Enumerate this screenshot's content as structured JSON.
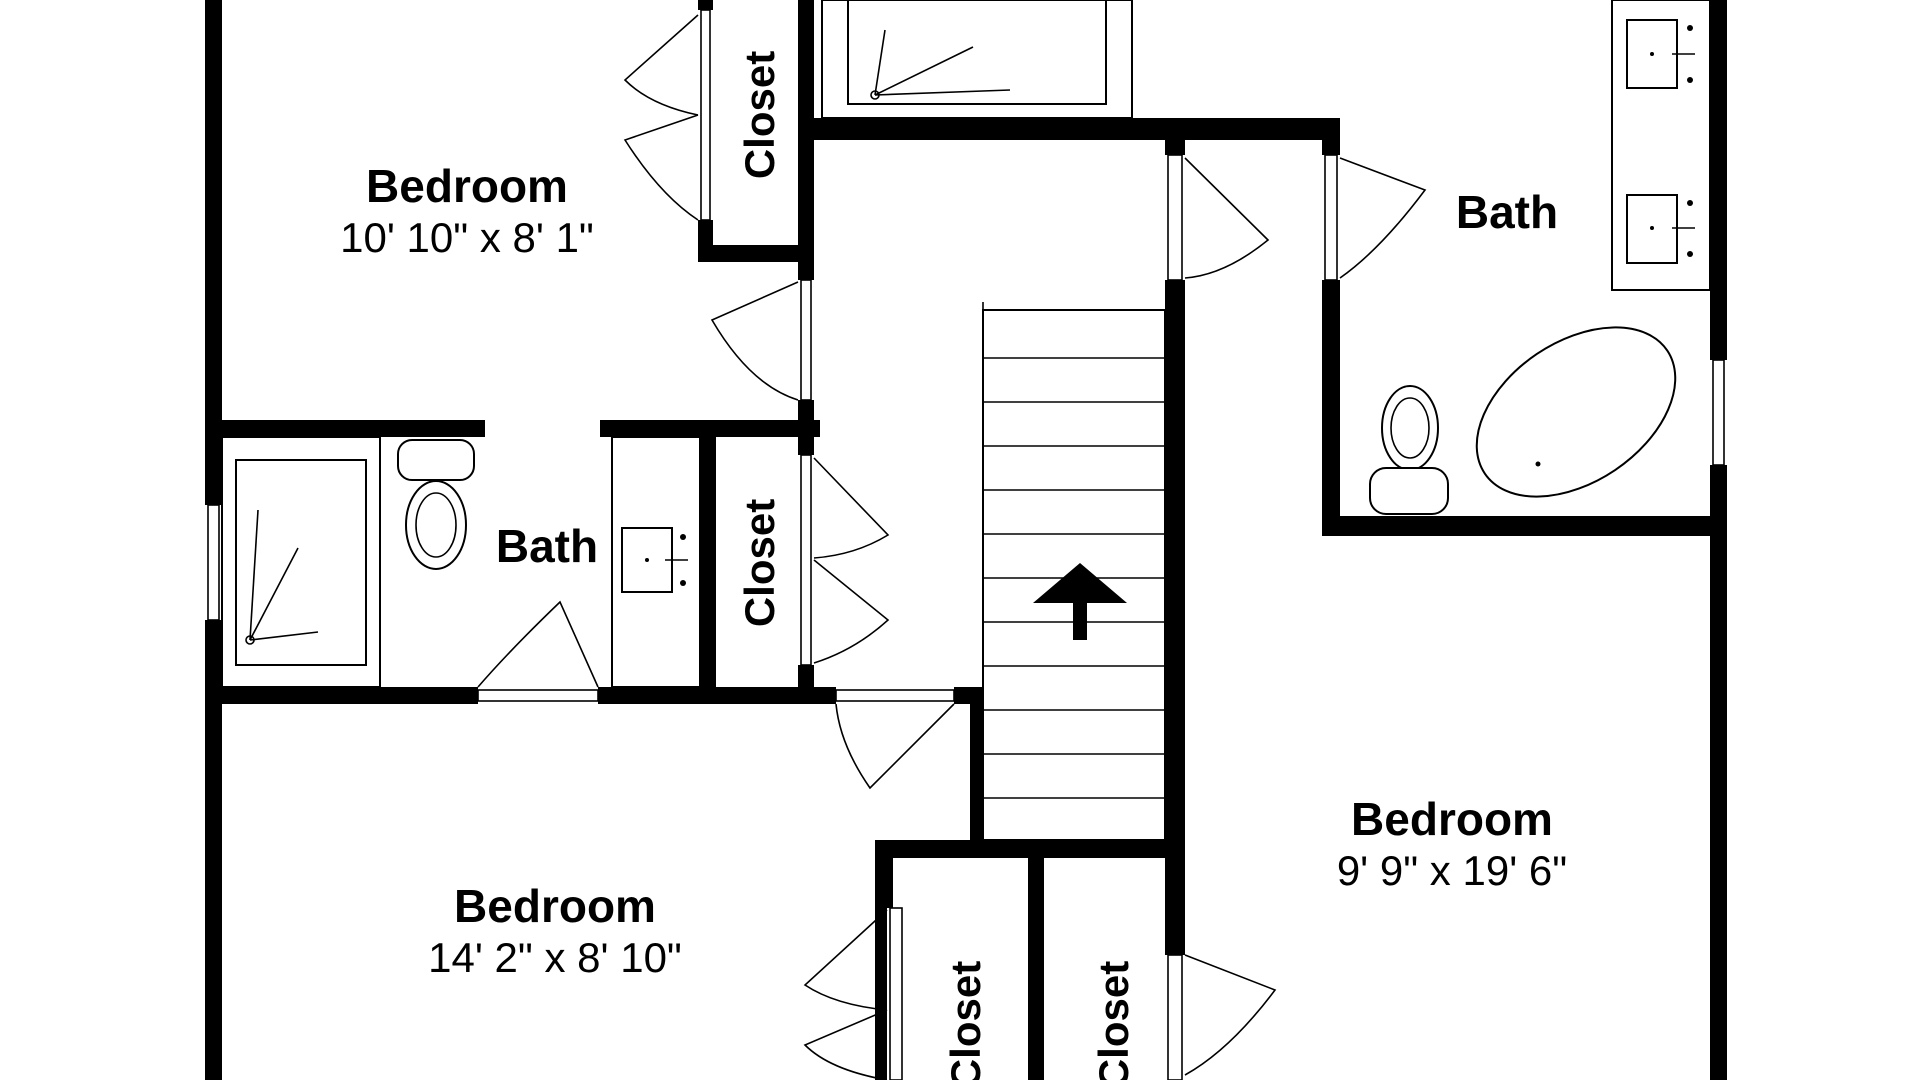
{
  "colors": {
    "wall": "#000000",
    "background": "#ffffff"
  },
  "rooms": {
    "bedroom_top_left": {
      "name": "Bedroom",
      "dimensions": "10' 10\" x 8' 1\""
    },
    "bedroom_bottom_left": {
      "name": "Bedroom",
      "dimensions": "14' 2\" x 8' 10\""
    },
    "bedroom_right": {
      "name": "Bedroom",
      "dimensions": "9' 9\" x 19' 6\""
    },
    "bath_left": {
      "name": "Bath"
    },
    "bath_right": {
      "name": "Bath"
    },
    "closet_top": {
      "name": "Closet"
    },
    "closet_middle": {
      "name": "Closet"
    },
    "closet_bottom_left": {
      "name": "Closet"
    },
    "closet_bottom_right": {
      "name": "Closet"
    }
  },
  "icons": [
    "shower-icon",
    "toilet-icon",
    "sink-icon",
    "bathtub-icon",
    "stairs-up-arrow-icon",
    "door-swing-icon"
  ]
}
